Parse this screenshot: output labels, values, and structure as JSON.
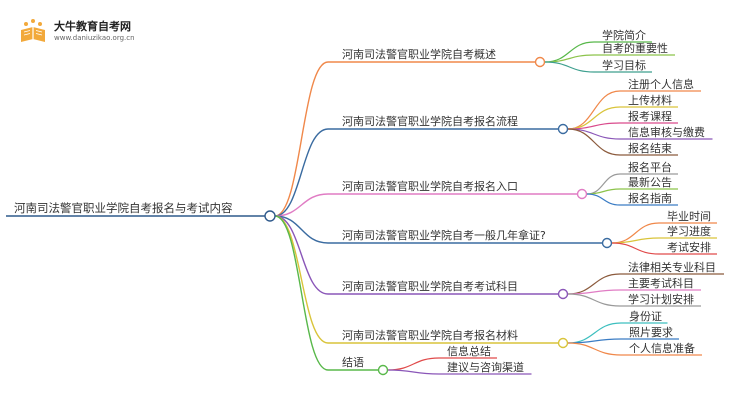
{
  "logo": {
    "title": "大牛教育自考网",
    "url": "www.daniuzikao.org.cn"
  },
  "mindmap": {
    "root": "河南司法警官职业学院自考报名与考试内容",
    "branches": [
      {
        "label": "河南司法警官职业学院自考概述",
        "color": "#f0884a",
        "children": [
          {
            "label": "学院简介",
            "color": "#58b84a"
          },
          {
            "label": "自考的重要性",
            "color": "#8cc34a"
          },
          {
            "label": "学习目标",
            "color": "#3d9f8e"
          }
        ]
      },
      {
        "label": "河南司法警官职业学院自考报名流程",
        "color": "#3a6ba0",
        "children": [
          {
            "label": "注册个人信息",
            "color": "#f0884a"
          },
          {
            "label": "上传材料",
            "color": "#d9c43a"
          },
          {
            "label": "报考课程",
            "color": "#d94a8c"
          },
          {
            "label": "信息审核与缴费",
            "color": "#8a56b8"
          },
          {
            "label": "报名结束",
            "color": "#8b5a3c"
          }
        ]
      },
      {
        "label": "河南司法警官职业学院自考报名入口",
        "color": "#e07cc4",
        "children": [
          {
            "label": "报名平台",
            "color": "#9a9a9a"
          },
          {
            "label": "最新公告",
            "color": "#8cc34a"
          },
          {
            "label": "报名指南",
            "color": "#3a7cc4"
          }
        ]
      },
      {
        "label": "河南司法警官职业学院自考一般几年拿证?",
        "color": "#3a6ba0",
        "children": [
          {
            "label": "毕业时间",
            "color": "#f0884a"
          },
          {
            "label": "学习进度",
            "color": "#d9c43a"
          },
          {
            "label": "考试安排",
            "color": "#e04a4a"
          }
        ]
      },
      {
        "label": "河南司法警官职业学院自考考试科目",
        "color": "#8a56b8",
        "children": [
          {
            "label": "法律相关专业科目",
            "color": "#8b5a3c"
          },
          {
            "label": "主要考试科目",
            "color": "#e07cc4"
          },
          {
            "label": "学习计划安排",
            "color": "#9a9a9a"
          }
        ]
      },
      {
        "label": "河南司法警官职业学院自考报名材料",
        "color": "#d9c43a",
        "children": [
          {
            "label": "身份证",
            "color": "#3dbfbf"
          },
          {
            "label": "照片要求",
            "color": "#3a7cc4"
          },
          {
            "label": "个人信息准备",
            "color": "#f0884a"
          }
        ]
      },
      {
        "label": "结语",
        "color": "#58b84a",
        "children": [
          {
            "label": "信息总结",
            "color": "#e04a4a"
          },
          {
            "label": "建议与咨询渠道",
            "color": "#8a56b8"
          }
        ]
      }
    ]
  }
}
